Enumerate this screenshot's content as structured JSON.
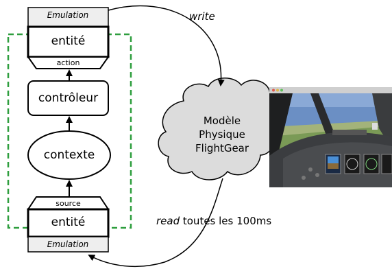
{
  "top_emulation": {
    "label": "Emulation"
  },
  "top_entity": {
    "label": "entité",
    "port_label": "action"
  },
  "controller": {
    "label": "contrôleur"
  },
  "context": {
    "label": "contexte"
  },
  "bottom_entity": {
    "label": "entité",
    "port_label": "source"
  },
  "bottom_emulation": {
    "label": "Emulation"
  },
  "cloud": {
    "line1": "Modèle",
    "line2": "Physique",
    "line3": "FlightGear"
  },
  "write_arrow": {
    "label": "write"
  },
  "read_arrow": {
    "label_italic": "read",
    "label_rest": " toutes les 100ms"
  },
  "colors": {
    "dashed_border": "#2e9e3e",
    "emulation_fill": "#eeeeee",
    "cloud_fill": "#dcdcdc",
    "sky": "#6b8fc4",
    "ground": "#7a9a56",
    "cockpit": "#2d2f31"
  },
  "screenshot": {
    "icon": "flightgear-cockpit-screenshot"
  }
}
